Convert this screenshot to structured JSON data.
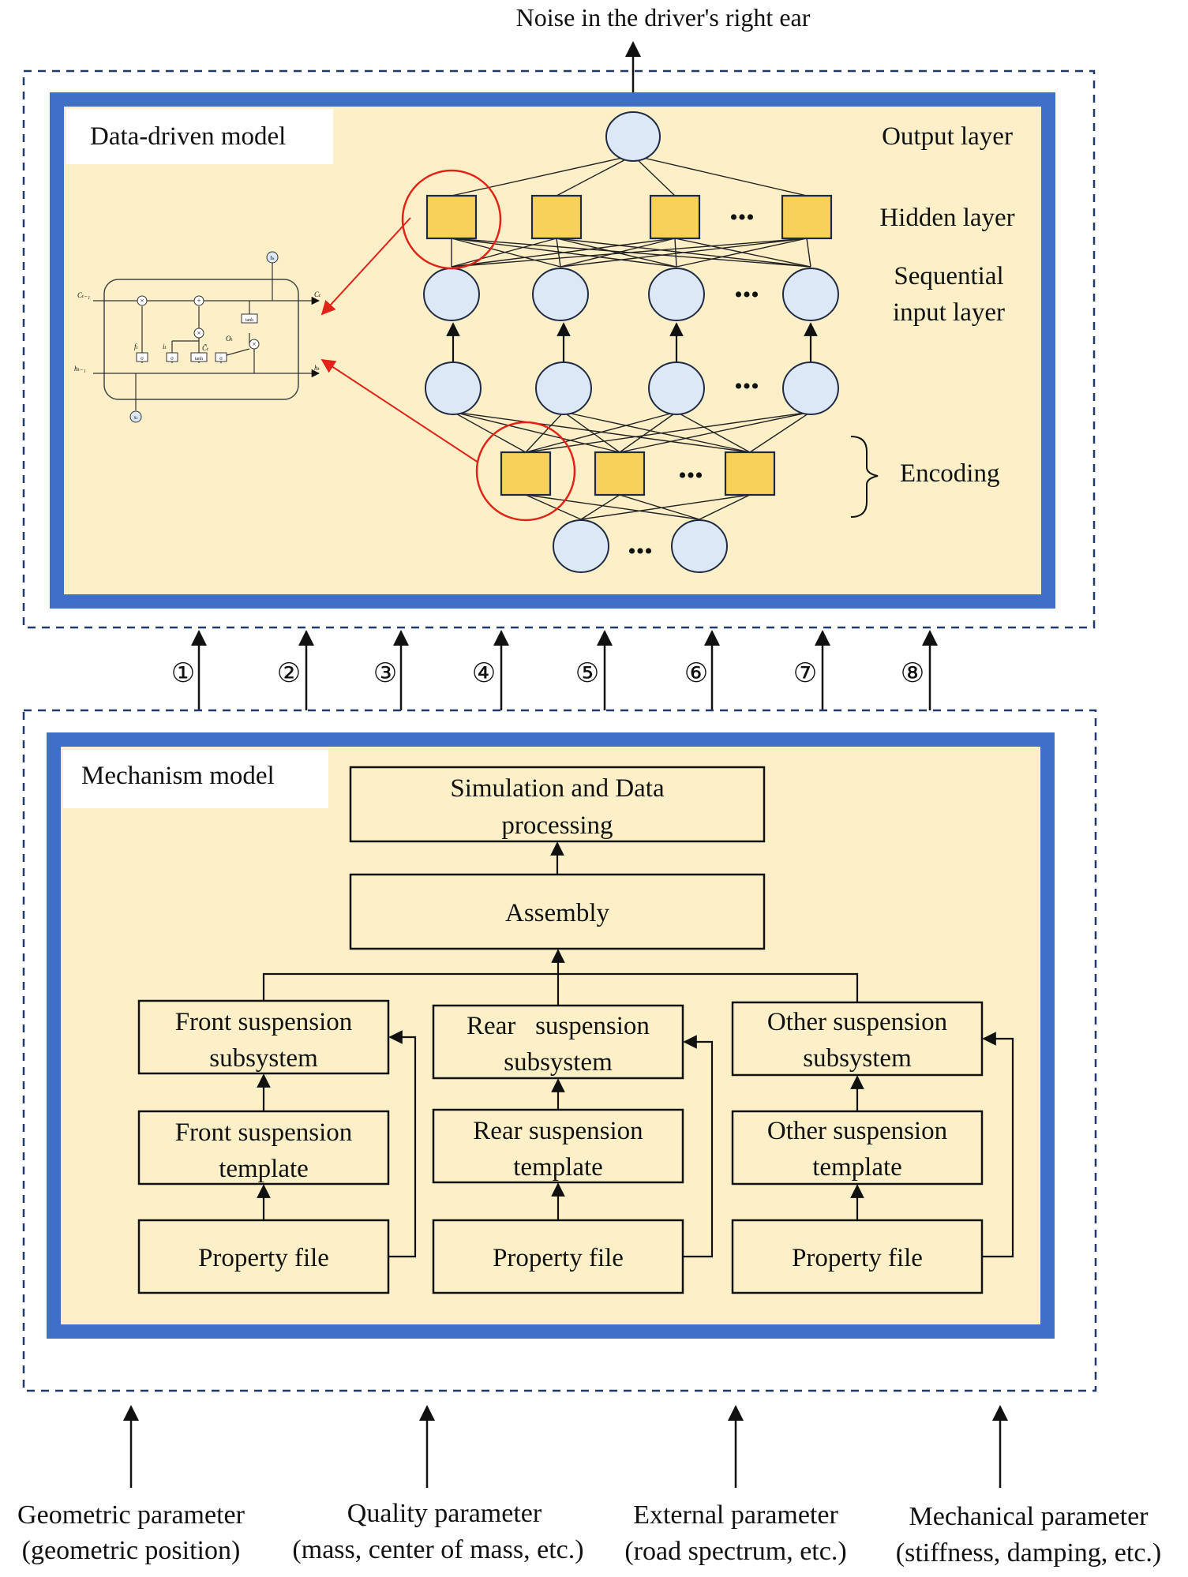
{
  "top_output": "Noise in the driver's right ear",
  "data_driven": {
    "title": "Data-driven model",
    "layers": {
      "output": "Output layer",
      "hidden": "Hidden layer",
      "sequential_1": "Sequential",
      "sequential_2": "input layer",
      "encoding": "Encoding"
    },
    "ellipsis": "•••",
    "lstm": {
      "c_prev": "Cₜ₋₁",
      "h_prev": "hₜ₋₁",
      "c_out": "Cₜ",
      "h_out": "hₜ",
      "f": "fₜ",
      "i": "iₜ",
      "c_tilde": "C̃ₜ",
      "o": "Oₜ",
      "sigma": "σ",
      "tanh": "tanh",
      "x": "xₜ",
      "h_top": "hₜ",
      "mult": "×",
      "plus": "+"
    }
  },
  "connectors": [
    "①",
    "②",
    "③",
    "④",
    "⑤",
    "⑥",
    "⑦",
    "⑧"
  ],
  "mechanism": {
    "title": "Mechanism model",
    "sim_1": "Simulation and Data",
    "sim_2": "processing",
    "assembly": "Assembly",
    "front_sub_1": "Front suspension",
    "front_sub_2": "subsystem",
    "rear_sub_1": "Rear   suspension",
    "rear_sub_2": "subsystem",
    "other_sub_1": "Other suspension",
    "other_sub_2": "subsystem",
    "front_tpl_1": "Front suspension",
    "front_tpl_2": "template",
    "rear_tpl_1": "Rear suspension",
    "rear_tpl_2": "template",
    "other_tpl_1": "Other suspension",
    "other_tpl_2": "template",
    "property": "Property file"
  },
  "inputs": {
    "geometric_1": "Geometric parameter",
    "geometric_2": "(geometric position)",
    "quality_1": "Quality parameter",
    "quality_2": "(mass, center of mass, etc.)",
    "external_1": "External parameter",
    "external_2": "(road spectrum, etc.)",
    "mechanical_1": "Mechanical parameter",
    "mechanical_2": "(stiffness, damping, etc.)"
  },
  "colors": {
    "panel_fill": "#fdf0c8",
    "panel_border": "#3f6fc6",
    "node_fill": "#dce8f6",
    "node_stroke": "#1f2a44",
    "square_fill": "#f7d15a",
    "highlight": "#e2231a",
    "dash": "#1f3a66"
  }
}
